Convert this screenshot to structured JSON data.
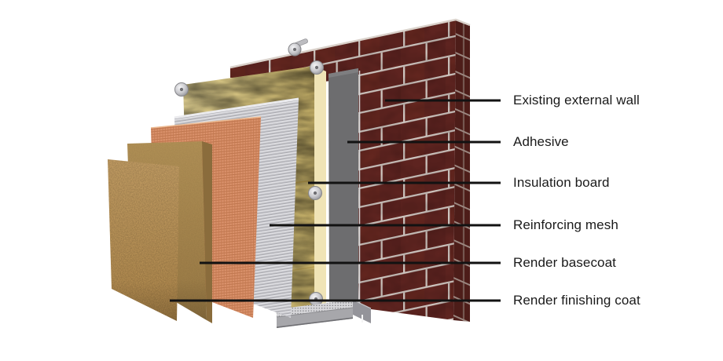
{
  "figure": {
    "type": "exploded-layers-diagram",
    "subject": "external-wall-insulation-system",
    "background": "#ffffff",
    "leader_line_color": "#121212",
    "text_color": "#1a1a1a",
    "labels": [
      {
        "text": "Existing external wall",
        "layer": "existing-external-wall"
      },
      {
        "text": "Adhesive",
        "layer": "adhesive"
      },
      {
        "text": "Insulation board",
        "layer": "insulation-board"
      },
      {
        "text": "Reinforcing mesh",
        "layer": "reinforcing-mesh"
      },
      {
        "text": "Render basecoat",
        "layer": "render-basecoat"
      },
      {
        "text": "Render finishing coat",
        "layer": "render-finishing-coat"
      }
    ],
    "layer_colors": {
      "brick": "#5e2420",
      "brick_side": "#4d1d19",
      "mortar": "#cfc6c0",
      "adhesive": "#6d6d6f",
      "insulation": "#e6d187",
      "insulation_edge": "#f0e4b6",
      "ribbed_render": "#c6c6cb",
      "mesh": "#d9906a",
      "basecoat": "#a98751",
      "finishing_coat": "#c89e60",
      "starter_track": "#cfcfd3",
      "fixing_dowel": "#c9c9cd"
    }
  }
}
